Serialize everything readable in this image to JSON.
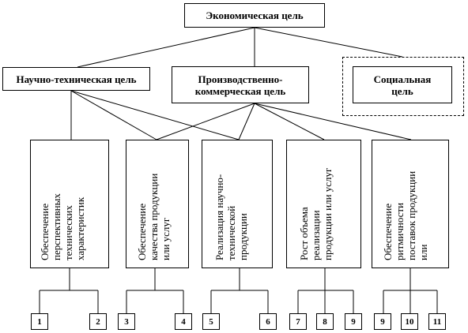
{
  "top": {
    "label": "Экономическая цель"
  },
  "level2": {
    "science": "Научно-техническая цель",
    "production": "Производственно-\nкоммерческая цель",
    "social": "Социальная\nцель"
  },
  "level3": [
    {
      "label": "Обеспечение\nперспективных\nтехнических\nхарактеристик"
    },
    {
      "label": "Обеспечение\nкачества продукции\nили услуг"
    },
    {
      "label": "Реализация научно-\nтехнической\nпродукции"
    },
    {
      "label": "Рост объема\nреализации\nпродукции или услуг"
    },
    {
      "label": "Обеспечение\nритмичности\nпоставок продукции\nили"
    }
  ],
  "numbers": [
    "1",
    "2",
    "3",
    "4",
    "5",
    "6",
    "7",
    "8",
    "9",
    "10",
    "11"
  ]
}
